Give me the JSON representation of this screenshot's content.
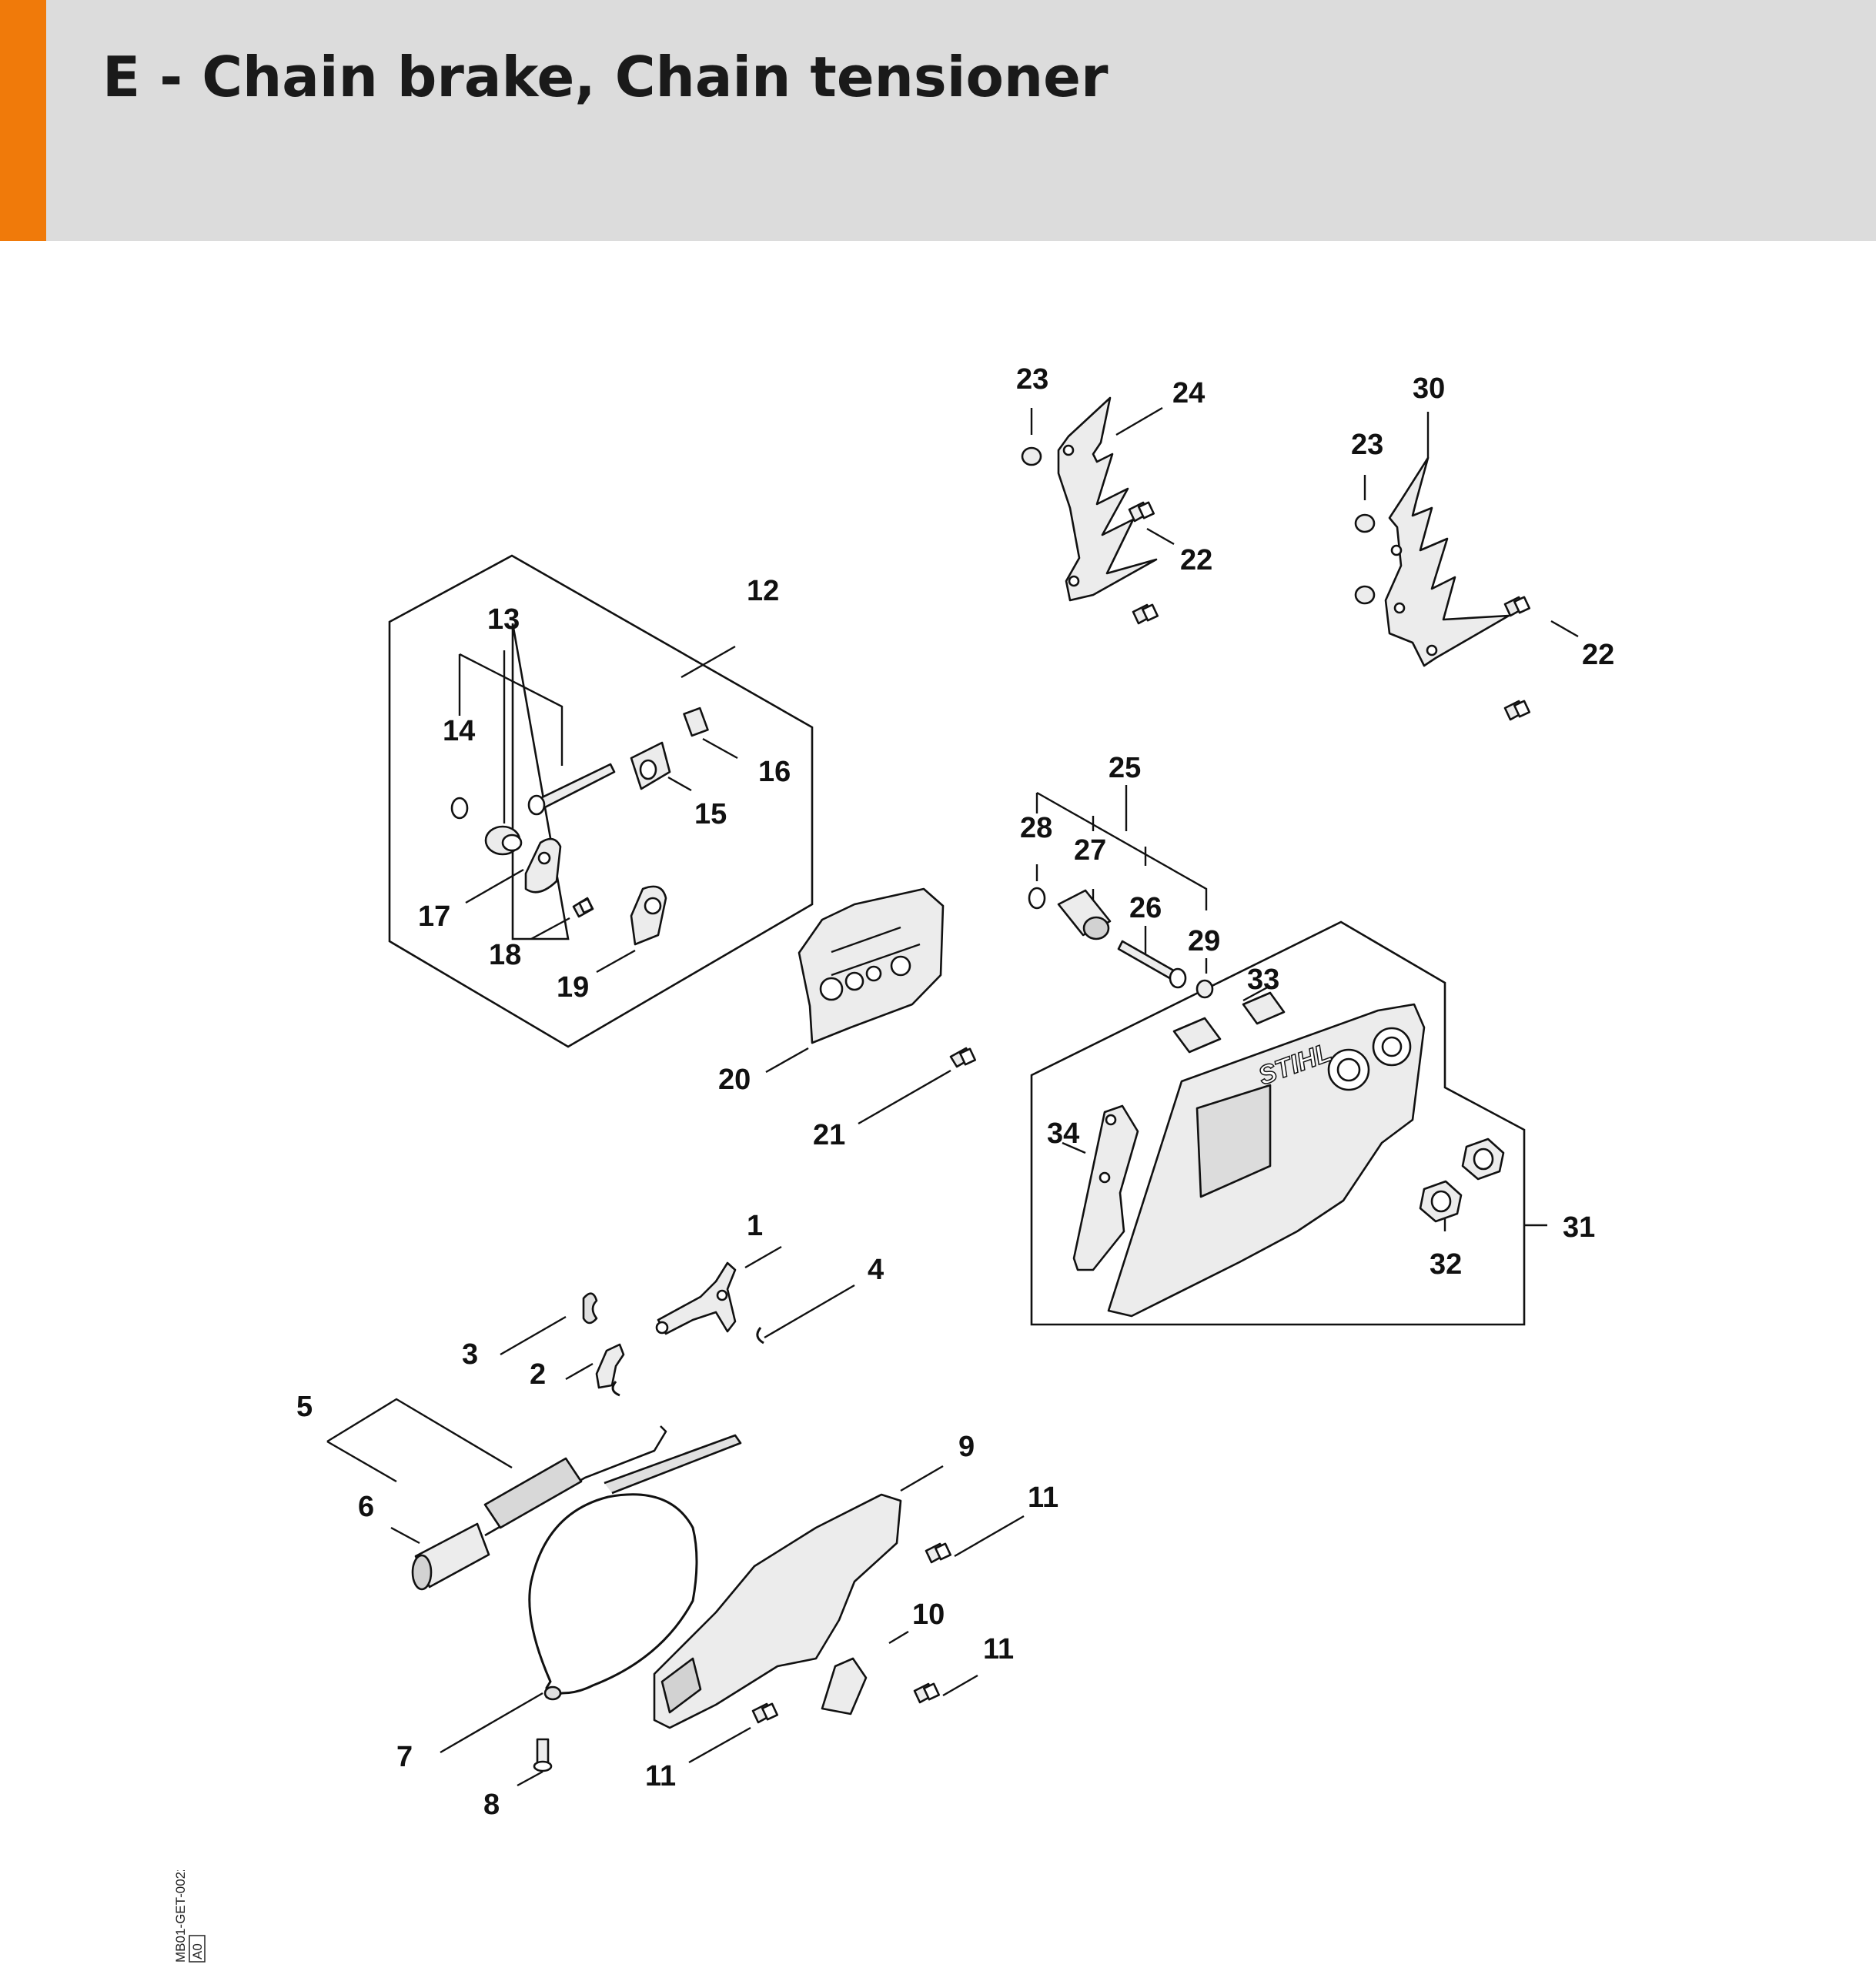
{
  "header": {
    "title": "E - Chain brake, Chain tensioner",
    "accent_color": "#f07a0a",
    "background_color": "#dcdcdc"
  },
  "diagram": {
    "labels": {
      "p1": "1",
      "p2": "2",
      "p3": "3",
      "p4": "4",
      "p5": "5",
      "p6": "6",
      "p7": "7",
      "p8": "8",
      "p9": "9",
      "p10": "10",
      "p11a": "11",
      "p11b": "11",
      "p11c": "11",
      "p12": "12",
      "p13": "13",
      "p14": "14",
      "p15": "15",
      "p16": "16",
      "p17": "17",
      "p18": "18",
      "p19": "19",
      "p20": "20",
      "p21": "21",
      "p22a": "22",
      "p22b": "22",
      "p23a": "23",
      "p23b": "23",
      "p24": "24",
      "p25": "25",
      "p26": "26",
      "p27": "27",
      "p28": "28",
      "p29": "29",
      "p30": "30",
      "p31": "31",
      "p32": "32",
      "p33": "33",
      "p34": "34"
    },
    "cover_logo_text": "STIHL",
    "reference_code": "MB01-GET-0022",
    "reference_tag": "A0"
  }
}
